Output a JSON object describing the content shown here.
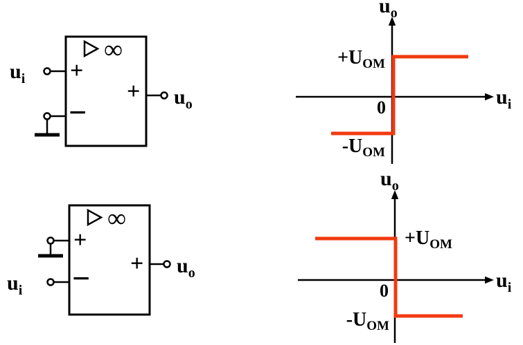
{
  "colors": {
    "curve": "#f23a10",
    "ink": "#000000",
    "background": "#ffffff"
  },
  "circuits": {
    "noninverting": {
      "input_label": {
        "base": "u",
        "sub": "i"
      },
      "output_label": {
        "base": "u",
        "sub": "o"
      },
      "plus_input_sign": "+",
      "minus_input_sign": "−",
      "gain_symbol": "∞",
      "output_sign": "+"
    },
    "inverting": {
      "input_label": {
        "base": "u",
        "sub": "i"
      },
      "output_label": {
        "base": "u",
        "sub": "o"
      },
      "plus_input_sign": "+",
      "minus_input_sign": "−",
      "gain_symbol": "∞",
      "output_sign": "+"
    }
  },
  "graphs": {
    "noninverting": {
      "y_axis_label": {
        "base": "u",
        "sub": "o"
      },
      "x_axis_label": {
        "base": "u",
        "sub": "i"
      },
      "origin_label": "0",
      "high_level_label": {
        "base": "+U",
        "sub": "OM"
      },
      "low_level_label": {
        "base": "-U",
        "sub": "OM"
      }
    },
    "inverting": {
      "y_axis_label": {
        "base": "u",
        "sub": "o"
      },
      "x_axis_label": {
        "base": "u",
        "sub": "i"
      },
      "origin_label": "0",
      "high_level_label": {
        "base": "+U",
        "sub": "OM"
      },
      "low_level_label": {
        "base": "-U",
        "sub": "OM"
      }
    }
  },
  "chart_data": [
    {
      "type": "line",
      "behavior": "step",
      "xlabel": "u_i",
      "ylabel": "u_o",
      "segments": [
        {
          "x_range": "u_i < 0",
          "y": "-U_OM"
        },
        {
          "x_range": "u_i > 0",
          "y": "+U_OM"
        }
      ],
      "grid": false,
      "legend": false
    },
    {
      "type": "line",
      "behavior": "step",
      "xlabel": "u_i",
      "ylabel": "u_o",
      "segments": [
        {
          "x_range": "u_i < 0",
          "y": "+U_OM"
        },
        {
          "x_range": "u_i > 0",
          "y": "-U_OM"
        }
      ],
      "grid": false,
      "legend": false
    }
  ]
}
